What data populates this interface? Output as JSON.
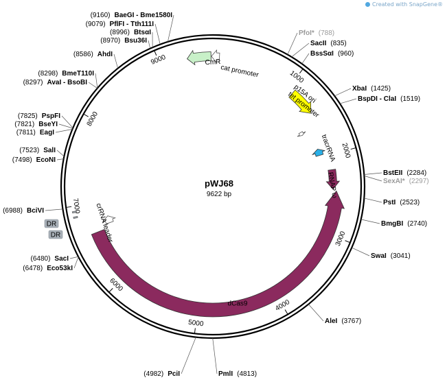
{
  "watermark": {
    "text": "Created with SnapGene®"
  },
  "plasmid": {
    "name": "pWJ68",
    "length_label": "9622 bp",
    "length": 9622
  },
  "ticks": [
    1000,
    2000,
    3000,
    4000,
    5000,
    6000,
    7000,
    8000,
    9000
  ],
  "features": [
    {
      "name": "CmR",
      "start": 9318,
      "end": 9600,
      "direction": "reverse",
      "color": "#c8f0c8",
      "type": "gene"
    },
    {
      "name": "cat promoter",
      "start": 9605,
      "end": 9700,
      "direction": "reverse",
      "color": "#ffffff",
      "type": "promoter"
    },
    {
      "name": "p15A ori",
      "start": 1080,
      "end": 1420,
      "direction": "forward",
      "color": "#ffff00",
      "type": "ori"
    },
    {
      "name": "tet promoter",
      "start": 1560,
      "end": 1610,
      "direction": "forward",
      "color": "#ffffff",
      "type": "promoter"
    },
    {
      "name": "tracrRNA",
      "start": 1880,
      "end": 1970,
      "direction": "reverse",
      "color": "#2ab0e8",
      "type": "rna"
    },
    {
      "name": "RNAP ω",
      "start": 2190,
      "end": 2440,
      "direction": "forward",
      "color": "#8b2a5e",
      "type": "gene"
    },
    {
      "name": "dCas9",
      "start": 2460,
      "end": 6640,
      "direction": "reverse",
      "color": "#8b2a5e",
      "type": "gene"
    },
    {
      "name": "crRNA leader",
      "start": 6700,
      "end": 6800,
      "direction": "forward",
      "color": "#ffffff",
      "type": "promoter"
    },
    {
      "name": "DR",
      "start": 6870,
      "end": 6885,
      "direction": "none",
      "color": "#a0a8b0",
      "type": "repeat"
    },
    {
      "name": "DR",
      "start": 6930,
      "end": 6945,
      "direction": "none",
      "color": "#a0a8b0",
      "type": "repeat"
    }
  ],
  "sites": [
    {
      "label": "PfoI*",
      "pos_label": "(788)",
      "dim": true
    },
    {
      "label": "SacII",
      "pos_label": "(835)",
      "dim": false
    },
    {
      "label": "BssSαI",
      "pos_label": "(960)",
      "dim": false
    },
    {
      "label": "XbaI",
      "pos_label": "(1425)",
      "dim": false
    },
    {
      "label": "BspDI - ClaI",
      "pos_label": "(1519)",
      "dim": false
    },
    {
      "label": "BstEII",
      "pos_label": "(2284)",
      "dim": false
    },
    {
      "label": "SexAI*",
      "pos_label": "(2297)",
      "dim": true
    },
    {
      "label": "PstI",
      "pos_label": "(2523)",
      "dim": false
    },
    {
      "label": "BmgBI",
      "pos_label": "(2740)",
      "dim": false
    },
    {
      "label": "SwaI",
      "pos_label": "(3041)",
      "dim": false
    },
    {
      "label": "AleI",
      "pos_label": "(3767)",
      "dim": false
    },
    {
      "label": "PmlI",
      "pos_label": "(4813)",
      "dim": false
    },
    {
      "label": "PciI",
      "pos_label": "(4982)",
      "dim": false
    },
    {
      "label": "SacI",
      "pos_label": "(6480)",
      "dim": false
    },
    {
      "label": "Eco53kI",
      "pos_label": "(6478)",
      "dim": false
    },
    {
      "label": "BciVI",
      "pos_label": "(6988)",
      "dim": false
    },
    {
      "label": "EcoNI",
      "pos_label": "(7498)",
      "dim": false
    },
    {
      "label": "SalI",
      "pos_label": "(7523)",
      "dim": false
    },
    {
      "label": "EagI",
      "pos_label": "(7811)",
      "dim": false
    },
    {
      "label": "BseYI",
      "pos_label": "(7821)",
      "dim": false
    },
    {
      "label": "PspFI",
      "pos_label": "(7825)",
      "dim": false
    },
    {
      "label": "AvaI - BsoBI",
      "pos_label": "(8297)",
      "dim": false
    },
    {
      "label": "BmeT110I",
      "pos_label": "(8298)",
      "dim": false
    },
    {
      "label": "AhdI",
      "pos_label": "(8586)",
      "dim": false
    },
    {
      "label": "Bsu36I",
      "pos_label": "(8970)",
      "dim": false
    },
    {
      "label": "BtsαI",
      "pos_label": "(8996)",
      "dim": false
    },
    {
      "label": "PflFI - Tth111I",
      "pos_label": "(9079)",
      "dim": false
    },
    {
      "label": "BaeGI - Bme1580I",
      "pos_label": "(9160)",
      "dim": false
    }
  ]
}
